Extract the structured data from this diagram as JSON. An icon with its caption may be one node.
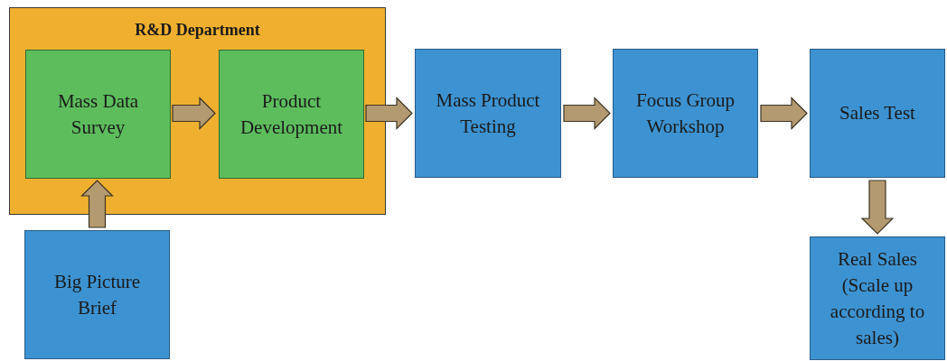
{
  "diagram": {
    "nodes": [
      {
        "text": [
          "R&D Department"
        ]
      },
      {
        "text": [
          "Mass Data Survey"
        ],
        "in": 0
      },
      {
        "text": [
          "Product Development"
        ],
        "in": 0
      },
      {
        "text": [
          "Mass Product Testing"
        ]
      },
      {
        "text": [
          "Focus Group Workshop"
        ]
      },
      {
        "text": [
          "Sales Test"
        ]
      },
      {
        "text": [
          "Real Sales (Scale up according to sales)"
        ]
      },
      {
        "text": [
          "Big Picture Brief"
        ]
      }
    ],
    "edges": [
      {
        "from": 1,
        "to": 2,
        "arrow": "to"
      },
      {
        "from": 2,
        "to": 3,
        "arrow": "to"
      },
      {
        "from": 3,
        "to": 4,
        "arrow": "to"
      },
      {
        "from": 4,
        "to": 5,
        "arrow": "to"
      },
      {
        "from": 5,
        "to": 6,
        "arrow": "to"
      },
      {
        "from": 7,
        "to": 1,
        "arrow": "to"
      }
    ]
  }
}
